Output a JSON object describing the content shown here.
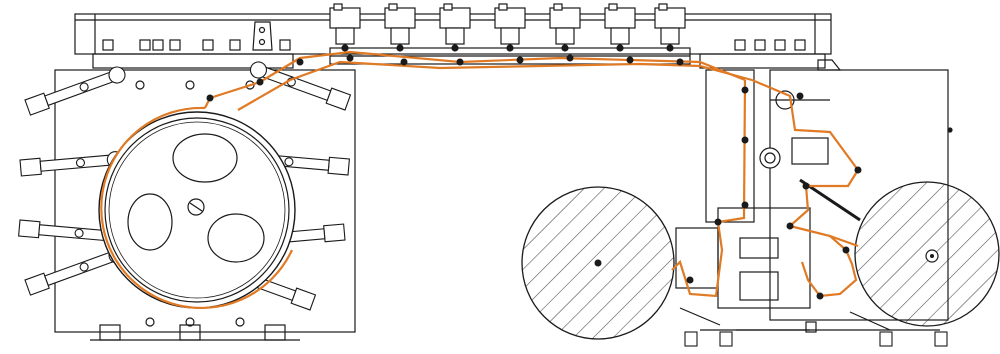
{
  "diagram": {
    "kind": "line-drawing",
    "colors": {
      "line": "#1a1a1a",
      "web_path": "#e07a24",
      "hatch": "#555555",
      "background": "#ffffff"
    },
    "components": [
      "top-frame",
      "drive-motors",
      "central-impression-drum",
      "print-stations-left",
      "print-stations-right",
      "unwind-reel",
      "rewind-reel",
      "rewind-frame",
      "rewind-cabinet",
      "web-path"
    ],
    "motor_count": 7,
    "print_station_count": 8
  }
}
